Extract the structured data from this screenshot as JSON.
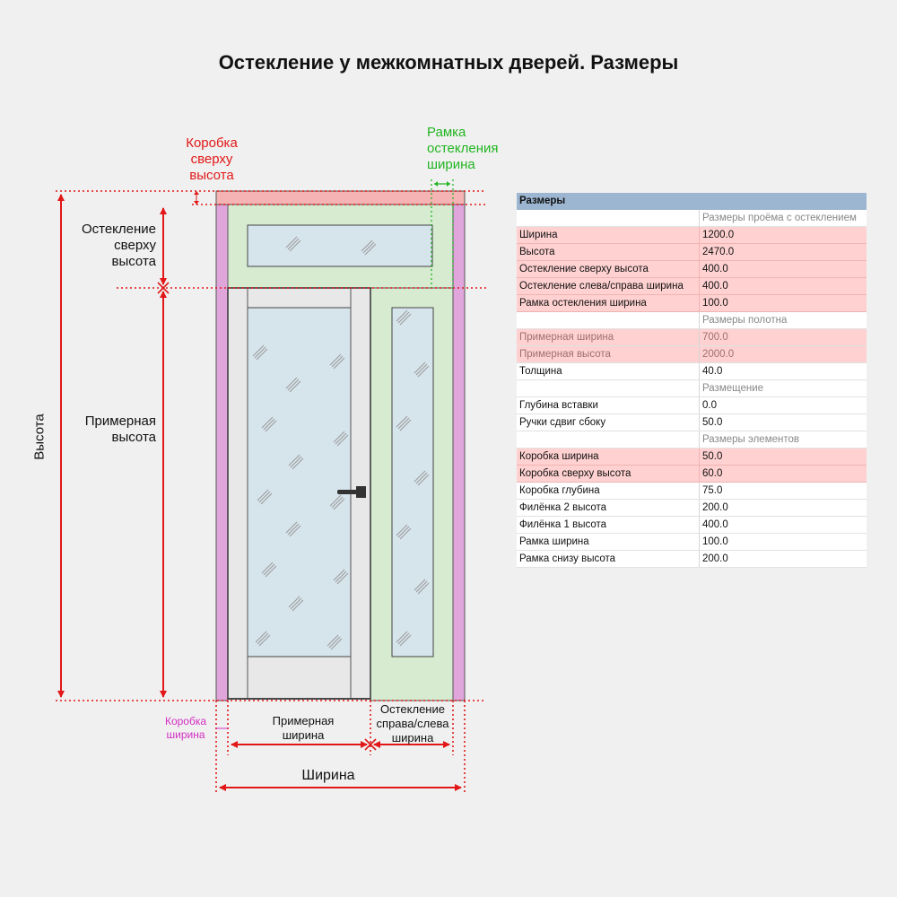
{
  "title": "Остекление у межкомнатных дверей. Размеры",
  "colors": {
    "red": "#e21818",
    "green": "#22b522",
    "magenta": "#d22fc2",
    "frame_pink": "#f5b3b3",
    "frame_violet": "#e0a6dc",
    "glazing_frame_green": "#d6ebd0",
    "glass_blue": "#d6e4ec",
    "table_header": "#9cb5d1",
    "highlight_row": "#ffd1d1"
  },
  "labels": {
    "frame_top_height": [
      "Коробка",
      "сверху",
      "высота"
    ],
    "glazing_frame_width": [
      "Рамка",
      "остекления",
      "ширина"
    ],
    "glazing_top_height": [
      "Остекление",
      "сверху",
      "высота"
    ],
    "approx_height": [
      "Примерная",
      "высота"
    ],
    "height": "Высота",
    "frame_width": [
      "Коробка",
      "ширина"
    ],
    "approx_width": [
      "Примерная",
      "ширина"
    ],
    "glazing_side_width": [
      "Остекление",
      "справа/слева",
      "ширина"
    ],
    "width": "Ширина"
  },
  "properties": {
    "header": "Размеры",
    "rows": [
      {
        "key": "",
        "value": "Размеры проёма с остеклением",
        "kind": "group"
      },
      {
        "key": "Ширина",
        "value": "1200.0",
        "kind": "hl"
      },
      {
        "key": "Высота",
        "value": "2470.0",
        "kind": "hl"
      },
      {
        "key": "Остекление сверху высота",
        "value": "400.0",
        "kind": "hl"
      },
      {
        "key": "Остекление слева/справа ширина",
        "value": "400.0",
        "kind": "hl"
      },
      {
        "key": "Рамка остекления ширина",
        "value": "100.0",
        "kind": "hl"
      },
      {
        "key": "",
        "value": "Размеры полотна",
        "kind": "group"
      },
      {
        "key": "Примерная ширина",
        "value": "700.0",
        "kind": "muted"
      },
      {
        "key": "Примерная высота",
        "value": "2000.0",
        "kind": "muted"
      },
      {
        "key": "Толщина",
        "value": "40.0",
        "kind": "normal"
      },
      {
        "key": "",
        "value": "Размещение",
        "kind": "group"
      },
      {
        "key": "Глубина вставки",
        "value": "0.0",
        "kind": "normal"
      },
      {
        "key": "Ручки сдвиг сбоку",
        "value": "50.0",
        "kind": "normal"
      },
      {
        "key": "",
        "value": "Размеры элементов",
        "kind": "group"
      },
      {
        "key": "Коробка ширина",
        "value": "50.0",
        "kind": "hl"
      },
      {
        "key": "Коробка сверху высота",
        "value": "60.0",
        "kind": "hl"
      },
      {
        "key": "Коробка глубина",
        "value": "75.0",
        "kind": "normal"
      },
      {
        "key": "Филёнка 2 высота",
        "value": "200.0",
        "kind": "normal"
      },
      {
        "key": "Филёнка 1 высота",
        "value": "400.0",
        "kind": "normal"
      },
      {
        "key": "Рамка ширина",
        "value": "100.0",
        "kind": "normal"
      },
      {
        "key": "Рамка снизу высота",
        "value": "200.0",
        "kind": "normal"
      }
    ]
  }
}
